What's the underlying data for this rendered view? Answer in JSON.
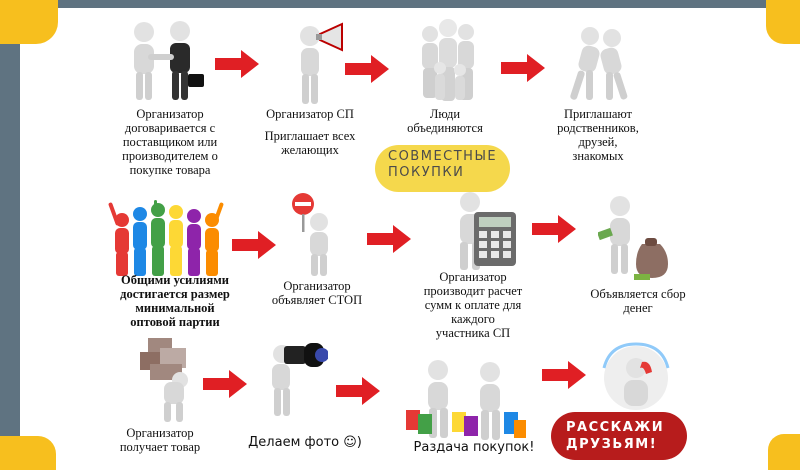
{
  "colors": {
    "frame": "#5f7381",
    "accent_yellow": "#f7bf1e",
    "arrow_red": "#e01f24",
    "badge_yellow": "#f5d84c",
    "badge_red": "#b71c1c"
  },
  "steps": [
    {
      "text": "Организатор\nдоговаривается с\nпоставщиком или\nпроизводителем о\nпокупке товара",
      "icon": "handshake-icon"
    },
    {
      "text": "Организатор СП",
      "subtext": "Приглашает всех\nжелающих",
      "icon": "megaphone-icon"
    },
    {
      "text": "Люди\nобъединяются",
      "icon": "group-icon"
    },
    {
      "text": "Приглашают\nродственников,\nдрузей,\nзнакомых",
      "icon": "hug-icon"
    },
    {
      "text": "Общими усилиями\nдостигается размер\nминимальной\nоптовой партии",
      "icon": "colorful-crowd-icon"
    },
    {
      "text": "Организатор\nобъявляет СТОП",
      "icon": "stop-sign-icon"
    },
    {
      "text": "Организатор\nпроизводит расчет\nсумм к оплате для\nкаждого\nучастника СП",
      "icon": "calculator-icon"
    },
    {
      "text": "Объявляется сбор\nденег",
      "icon": "money-bag-icon"
    },
    {
      "text": "Организатор\nполучает товар",
      "icon": "boxes-icon"
    },
    {
      "text": "Делаем фото ☺)",
      "icon": "camera-icon"
    },
    {
      "text": "Раздача покупок!",
      "icon": "shopping-bags-icon"
    },
    {
      "text": "",
      "icon": "phone-call-icon"
    }
  ],
  "badges": {
    "joint_purchases": "СОВМЕСТНЫЕ\nПОКУПКИ",
    "tell_friends": "РАССКАЖИ\nДРУЗЬЯМ!"
  }
}
